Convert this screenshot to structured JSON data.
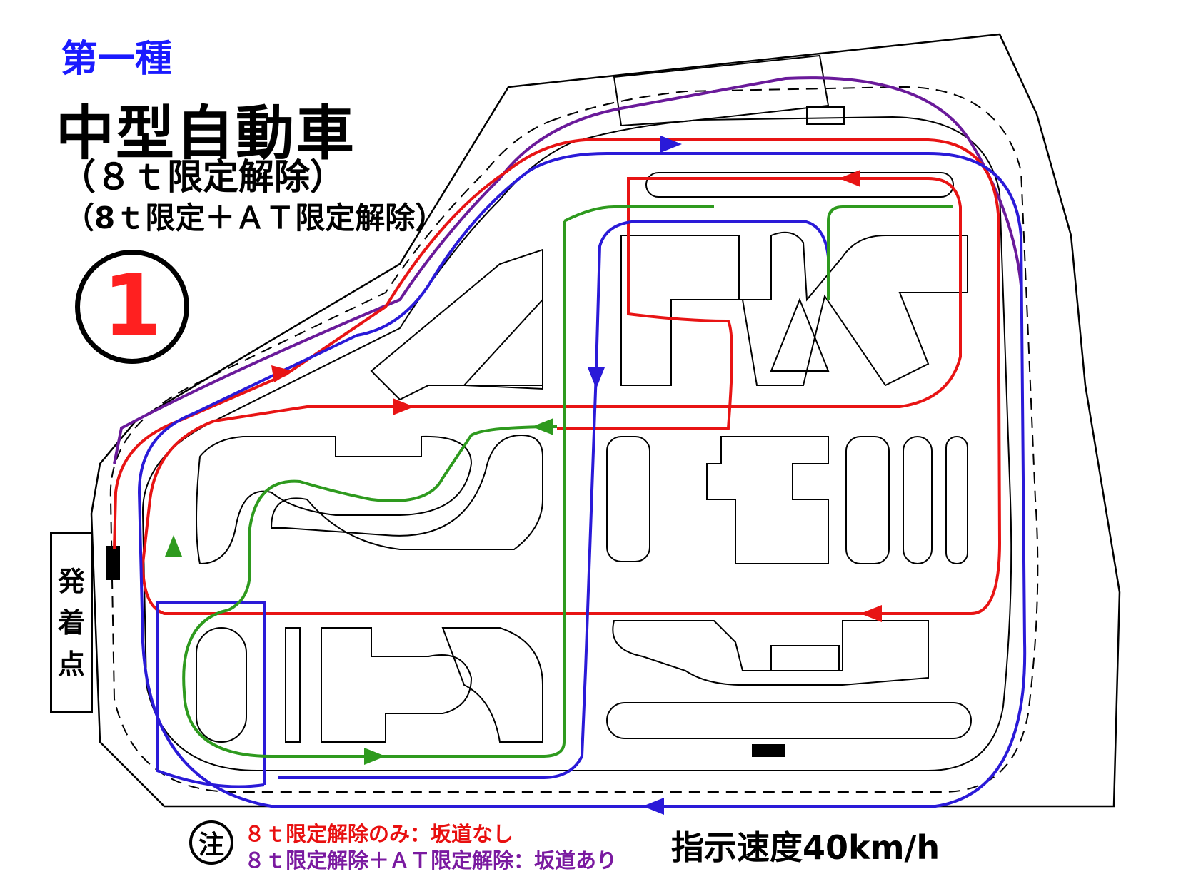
{
  "header": {
    "grade": "第一種",
    "vehicle": "中型自動車",
    "subtitle1": "（８ｔ限定解除）",
    "subtitle2": "（8ｔ限定＋ＡＴ限定解除）",
    "course_number": "1"
  },
  "start_point": {
    "label": [
      "発",
      "着",
      "点"
    ]
  },
  "notes": {
    "marker": "注",
    "line1": "８ｔ限定解除のみ：坂道なし",
    "line2": "８ｔ限定解除＋ＡＴ限定解除：坂道あり"
  },
  "speed_instruction": "指示速度40km/h",
  "colors": {
    "grade": "#1a1aff",
    "course_number": "#ff2020",
    "note_line1": "#e81010",
    "note_line2": "#7a1aa0",
    "route_red": "#e81414",
    "route_blue": "#2a1ad8",
    "route_green": "#2e9a1e",
    "route_purple": "#6a1a9a",
    "track": "#000000"
  },
  "routes": [
    {
      "name": "red",
      "color": "#e81414"
    },
    {
      "name": "blue",
      "color": "#2a1ad8"
    },
    {
      "name": "green",
      "color": "#2e9a1e"
    },
    {
      "name": "purple",
      "color": "#6a1a9a"
    }
  ]
}
